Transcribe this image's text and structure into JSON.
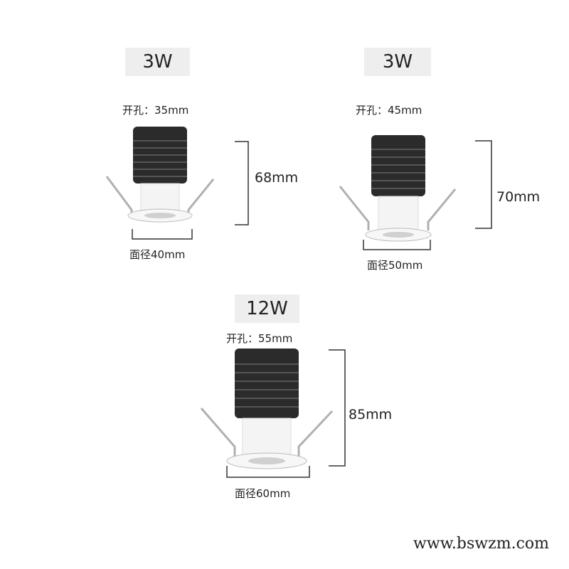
{
  "products": [
    {
      "wattage": "3W",
      "hole": "开孔：35mm",
      "face": "面径40mm",
      "height": "68mm"
    },
    {
      "wattage": "3W",
      "hole": "开孔：45mm",
      "face": "面径50mm",
      "height": "70mm"
    },
    {
      "wattage": "12W",
      "hole": "开孔：55mm",
      "face": "面径60mm",
      "height": "85mm"
    }
  ],
  "website": "www.bswzm.com",
  "colors": {
    "label_bg": "#eeeeee",
    "lamp_body": "#2b2b2b",
    "lamp_trim": "#f4f4f4"
  }
}
